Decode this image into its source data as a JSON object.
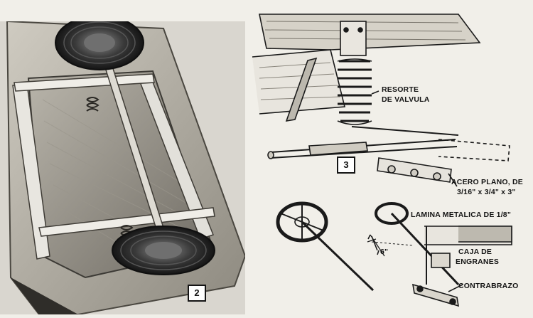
{
  "figures": {
    "fig2": {
      "number": "2"
    },
    "fig3": {
      "number": "3"
    }
  },
  "labels": {
    "resorte_1": "RESORTE",
    "resorte_2": "DE VALVULA",
    "acero_1": "ACERO PLANO, DE",
    "acero_2": "3/16\" x 3/4\" x 3\"",
    "lamina": "LAMINA METALICA DE 1/8\"",
    "caja_1": "CAJA DE",
    "caja_2": "ENGRANES",
    "contrabrazo": "CONTRABRAZO",
    "dimension_6": "6\""
  }
}
